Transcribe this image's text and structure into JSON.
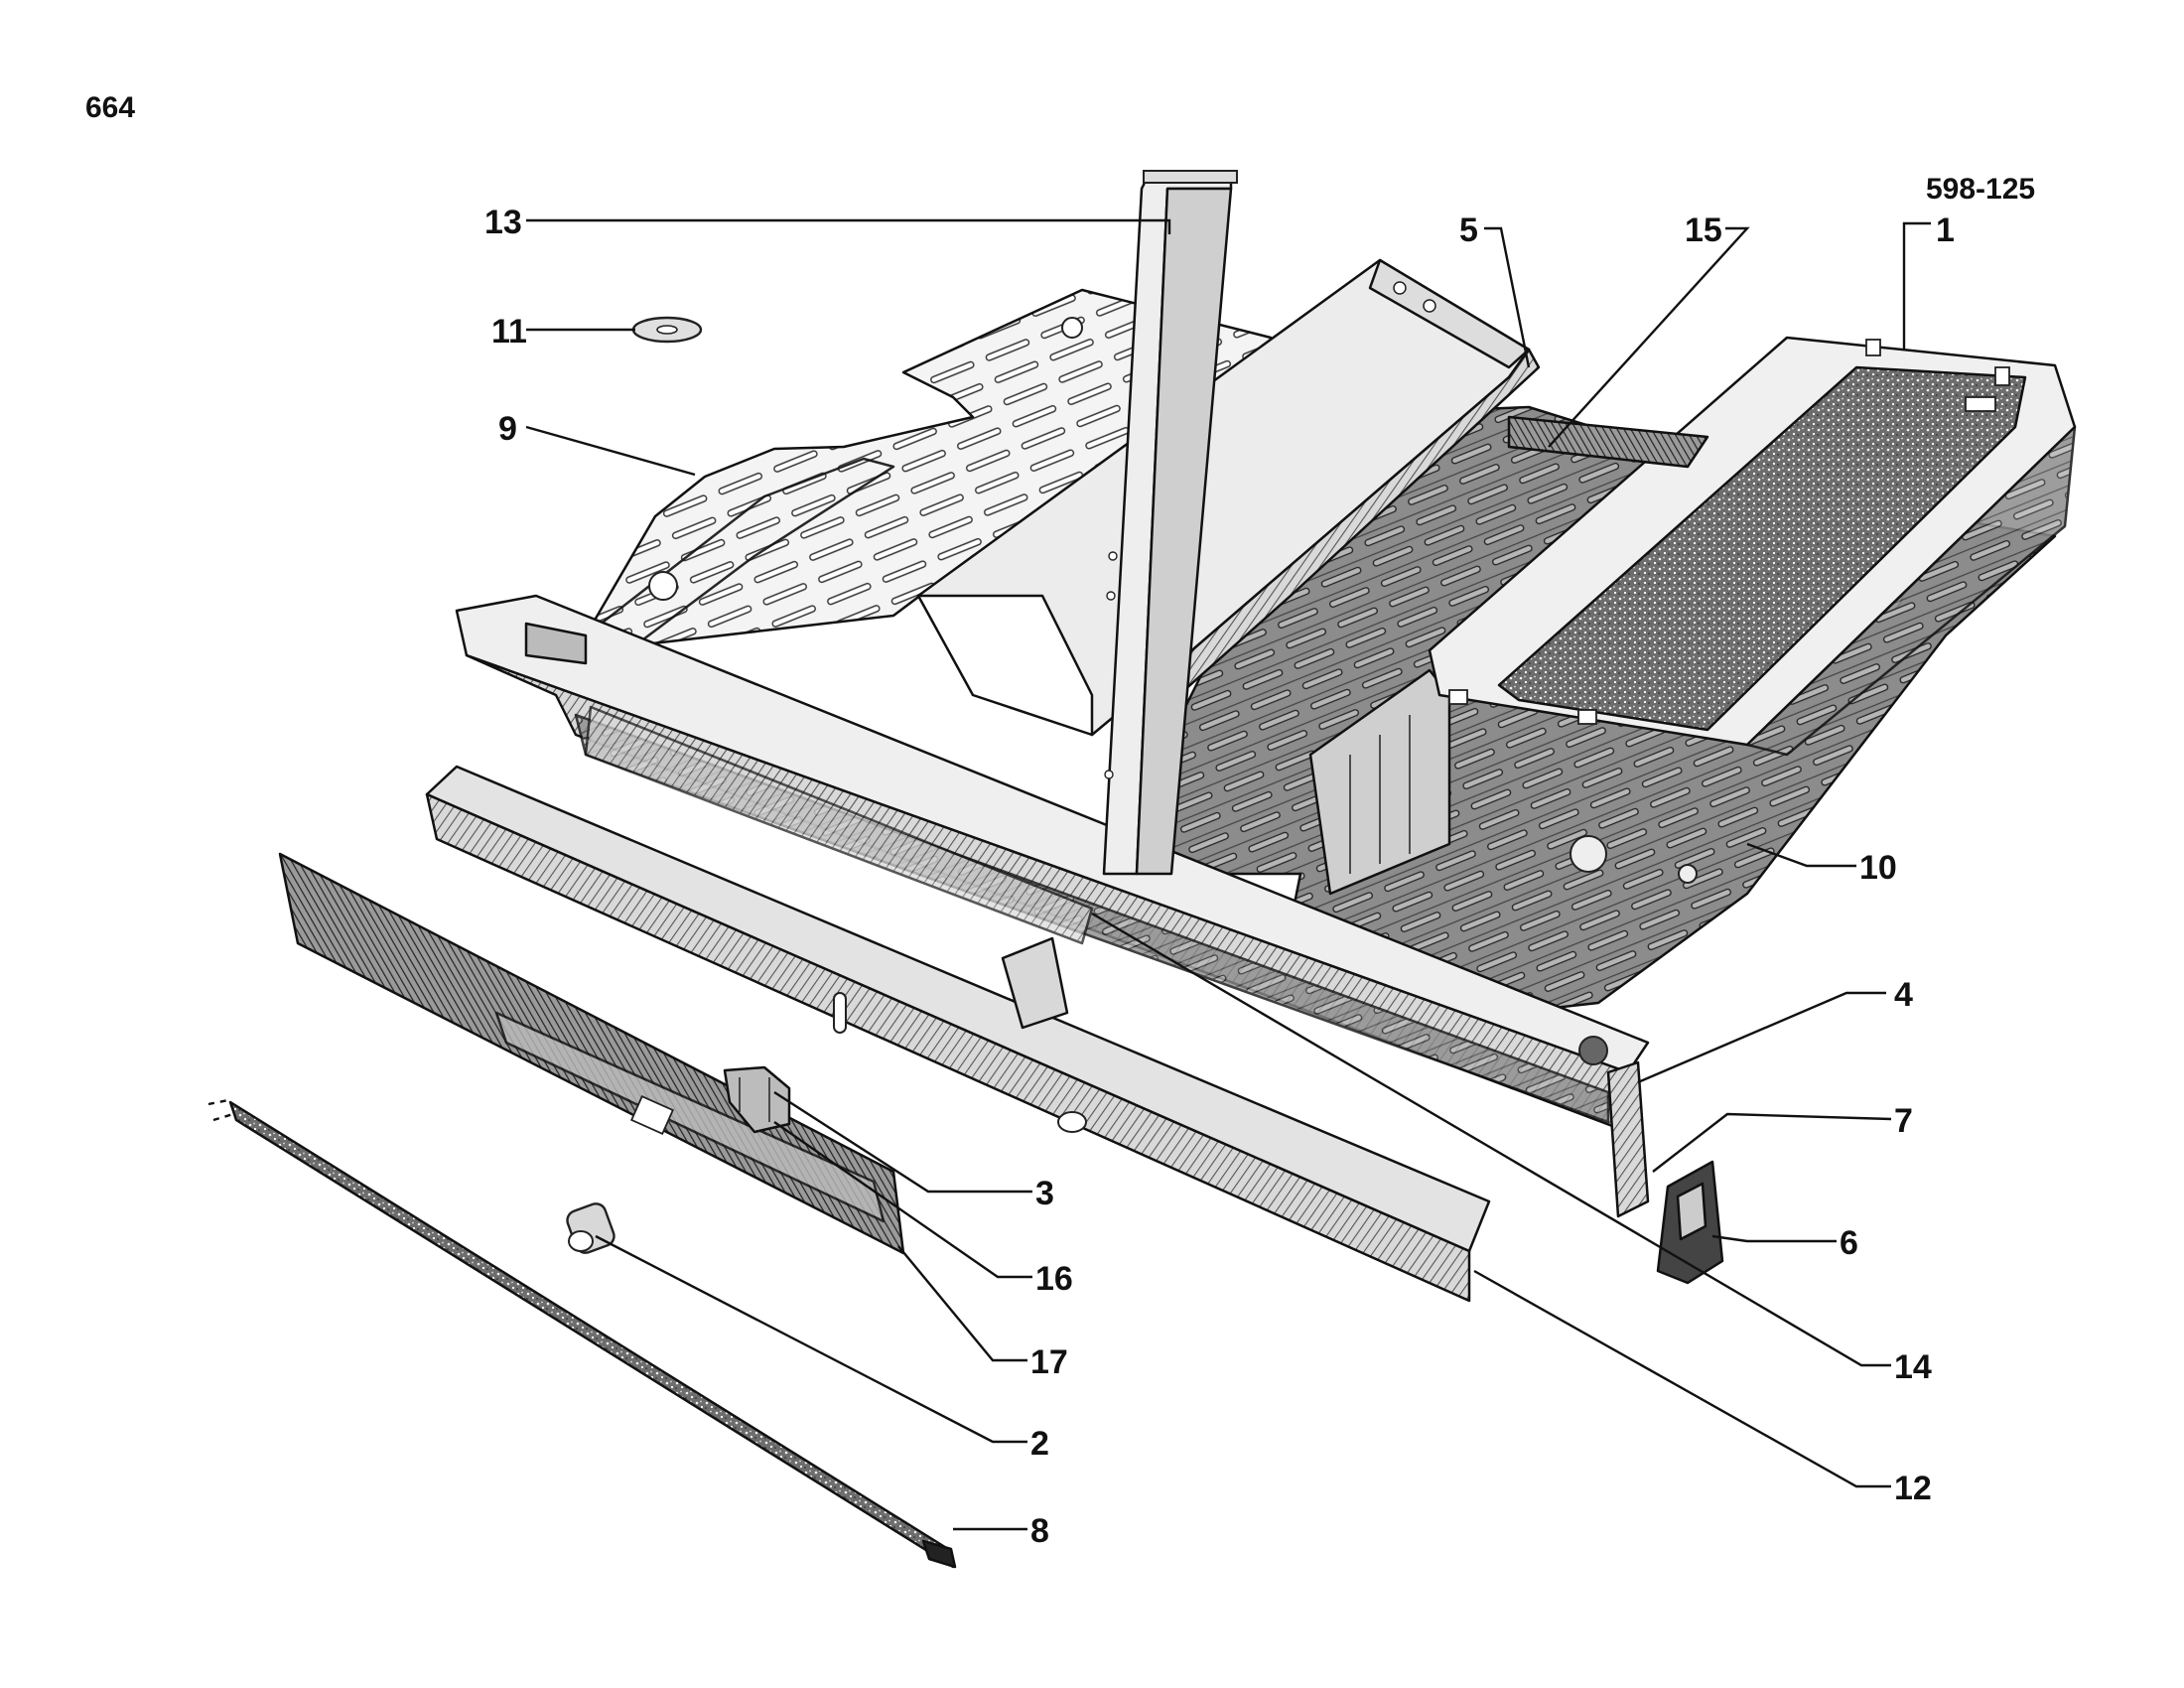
{
  "page_number": "664",
  "figure_reference": "598-125",
  "callouts": [
    {
      "id": "c13",
      "label": "13"
    },
    {
      "id": "c11",
      "label": "11"
    },
    {
      "id": "c9",
      "label": "9"
    },
    {
      "id": "c5",
      "label": "5"
    },
    {
      "id": "c15",
      "label": "15"
    },
    {
      "id": "c1",
      "label": "1"
    },
    {
      "id": "c10",
      "label": "10"
    },
    {
      "id": "c4",
      "label": "4"
    },
    {
      "id": "c7",
      "label": "7"
    },
    {
      "id": "c3",
      "label": "3"
    },
    {
      "id": "c6",
      "label": "6"
    },
    {
      "id": "c16",
      "label": "16"
    },
    {
      "id": "c17",
      "label": "17"
    },
    {
      "id": "c14",
      "label": "14"
    },
    {
      "id": "c2",
      "label": "2"
    },
    {
      "id": "c12",
      "label": "12"
    },
    {
      "id": "c8",
      "label": "8"
    }
  ]
}
